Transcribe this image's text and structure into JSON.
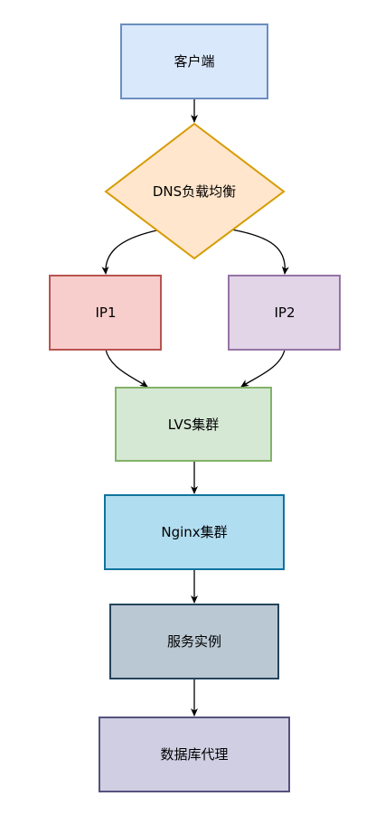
{
  "nodes": {
    "client": {
      "label": "客户端",
      "fill": "#dae8fc",
      "stroke": "#6c8ebf"
    },
    "dns": {
      "label": "DNS负载均衡",
      "fill": "#ffe6cc",
      "stroke": "#d79b00"
    },
    "ip1": {
      "label": "IP1",
      "fill": "#f8cecc",
      "stroke": "#b85450"
    },
    "ip2": {
      "label": "IP2",
      "fill": "#e1d5e7",
      "stroke": "#9673a6"
    },
    "lvs": {
      "label": "LVS集群",
      "fill": "#d5e8d4",
      "stroke": "#82b366"
    },
    "nginx": {
      "label": "Nginx集群",
      "fill": "#b1ddf0",
      "stroke": "#10739e"
    },
    "service": {
      "label": "服务实例",
      "fill": "#bac8d3",
      "stroke": "#23445d"
    },
    "db_proxy": {
      "label": "数据库代理",
      "fill": "#d0cee2",
      "stroke": "#56517e"
    }
  }
}
